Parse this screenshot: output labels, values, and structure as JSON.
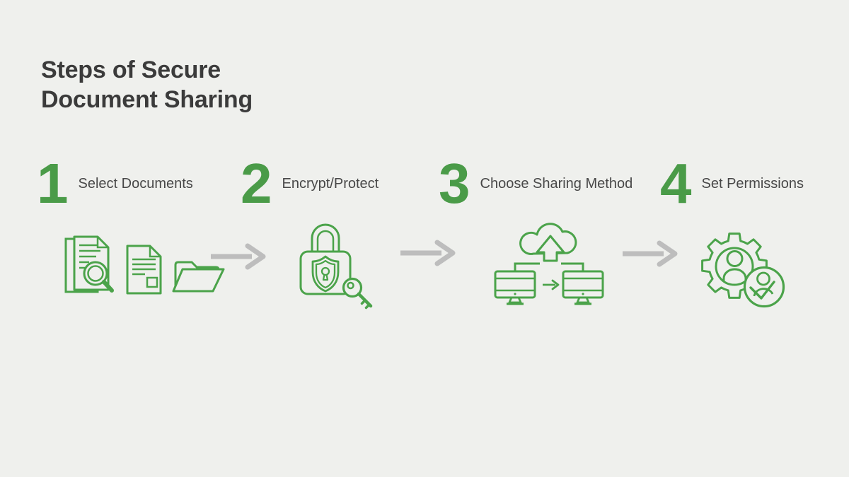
{
  "background_color": "#eff0ed",
  "colors": {
    "icon_green": "#4ba34a",
    "number_green": "#4a9b48",
    "title_text": "#3b3b3b",
    "label_text": "#484848",
    "connector_gray": "#bdbdbd"
  },
  "title": {
    "line1": "Steps of Secure",
    "line2": "Document Sharing"
  },
  "steps": [
    {
      "number": "1",
      "label": "Select Documents",
      "icons": [
        "document-search-icon",
        "document-icon",
        "folder-icon"
      ]
    },
    {
      "number": "2",
      "label": "Encrypt/Protect",
      "icons": [
        "lock-shield-key-icon"
      ]
    },
    {
      "number": "3",
      "label": "Choose Sharing Method",
      "icons": [
        "cloud-upload-transfer-icon"
      ]
    },
    {
      "number": "4",
      "label": "Set Permissions",
      "icons": [
        "gear-user-check-icon"
      ]
    }
  ],
  "connectors": [
    "arrow-right",
    "arrow-right",
    "arrow-right"
  ]
}
